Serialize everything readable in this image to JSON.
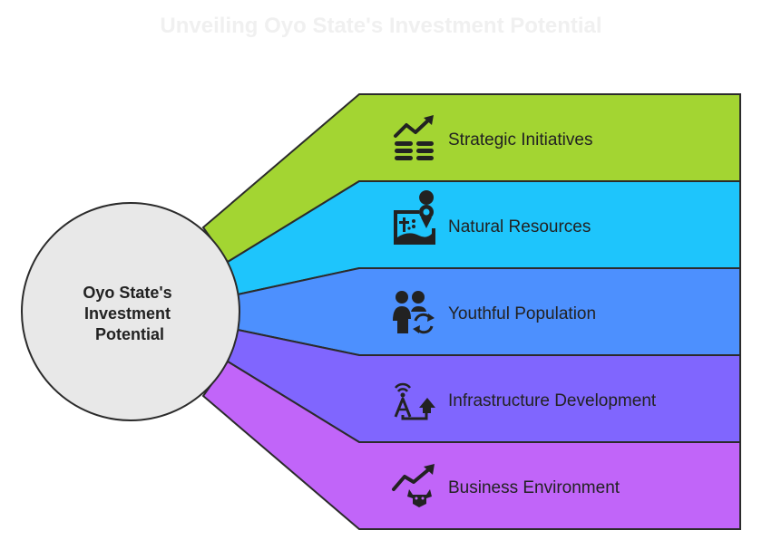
{
  "title": "Unveiling Oyo State's Investment Potential",
  "center": {
    "lines": [
      "Oyo State's",
      "Investment",
      "Potential"
    ]
  },
  "items": [
    {
      "label": "Strategic Initiatives",
      "color": "#a3d532",
      "icon": "trend-up-stack-icon"
    },
    {
      "label": "Natural Resources",
      "color": "#1ec5fc",
      "icon": "landscape-map-pin-icon"
    },
    {
      "label": "Youthful Population",
      "color": "#4d90fe",
      "icon": "people-refresh-icon"
    },
    {
      "label": "Infrastructure Development",
      "color": "#8066fe",
      "icon": "antenna-upload-icon"
    },
    {
      "label": "Business Environment",
      "color": "#c165f9",
      "icon": "bull-trend-icon"
    }
  ],
  "colors": {
    "title": "#f0f0f0",
    "center_fill": "#e8e8e8",
    "stroke": "#2b2b2b",
    "icon": "#222222"
  }
}
